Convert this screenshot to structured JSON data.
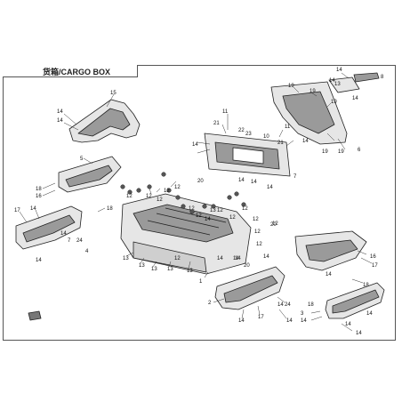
{
  "title": "货箱/CARGO BOX",
  "colors": {
    "frame": "#555555",
    "part_stroke": "#222222",
    "part_fill_light": "#e6e6e6",
    "part_fill_dark": "#9a9a9a"
  },
  "callouts": [
    {
      "id": "c1",
      "label": "14"
    },
    {
      "id": "c2",
      "label": "14"
    },
    {
      "id": "c3",
      "label": "15"
    },
    {
      "id": "c4",
      "label": "8"
    },
    {
      "id": "c5",
      "label": "19"
    },
    {
      "id": "c6",
      "label": "19"
    },
    {
      "id": "c7",
      "label": "19"
    },
    {
      "id": "c8",
      "label": "13"
    },
    {
      "id": "c9",
      "label": "14"
    },
    {
      "id": "c10",
      "label": "14"
    },
    {
      "id": "c11",
      "label": "14"
    },
    {
      "id": "c12",
      "label": "11"
    },
    {
      "id": "c13",
      "label": "21"
    },
    {
      "id": "c14",
      "label": "22"
    },
    {
      "id": "c15",
      "label": "23"
    },
    {
      "id": "c16",
      "label": "10"
    },
    {
      "id": "c17",
      "label": "14"
    },
    {
      "id": "c18",
      "label": "11"
    },
    {
      "id": "c19",
      "label": "21"
    },
    {
      "id": "c20",
      "label": "14"
    },
    {
      "id": "c21",
      "label": "19"
    },
    {
      "id": "c22",
      "label": "19"
    },
    {
      "id": "c23",
      "label": "6"
    },
    {
      "id": "c24",
      "label": "5"
    },
    {
      "id": "c25",
      "label": "18"
    },
    {
      "id": "c26",
      "label": "16"
    },
    {
      "id": "c27",
      "label": "20"
    },
    {
      "id": "c28",
      "label": "12"
    },
    {
      "id": "c29",
      "label": "12"
    },
    {
      "id": "c30",
      "label": "12"
    },
    {
      "id": "c31",
      "label": "12"
    },
    {
      "id": "c32",
      "label": "12"
    },
    {
      "id": "c33",
      "label": "7"
    },
    {
      "id": "c34",
      "label": "17"
    },
    {
      "id": "c35",
      "label": "14"
    },
    {
      "id": "c36",
      "label": "14"
    },
    {
      "id": "c37",
      "label": "24"
    },
    {
      "id": "c38",
      "label": "4"
    },
    {
      "id": "c39",
      "label": "18"
    },
    {
      "id": "c40",
      "label": "12"
    },
    {
      "id": "c41",
      "label": "12"
    },
    {
      "id": "c42",
      "label": "12"
    },
    {
      "id": "c43",
      "label": "12"
    },
    {
      "id": "c44",
      "label": "12"
    },
    {
      "id": "c45",
      "label": "20"
    },
    {
      "id": "c46",
      "label": "12"
    },
    {
      "id": "c47",
      "label": "13"
    },
    {
      "id": "c48",
      "label": "13"
    },
    {
      "id": "c49",
      "label": "13"
    },
    {
      "id": "c50",
      "label": "13"
    },
    {
      "id": "c51",
      "label": "13"
    },
    {
      "id": "c52",
      "label": "14"
    },
    {
      "id": "c53",
      "label": "14"
    },
    {
      "id": "c54",
      "label": "14"
    },
    {
      "id": "c55",
      "label": "14"
    },
    {
      "id": "c56",
      "label": "1"
    },
    {
      "id": "c57",
      "label": "2"
    },
    {
      "id": "c58",
      "label": "14"
    },
    {
      "id": "c59",
      "label": "17"
    },
    {
      "id": "c60",
      "label": "24"
    },
    {
      "id": "c61",
      "label": "14"
    },
    {
      "id": "c62",
      "label": "14"
    },
    {
      "id": "c63",
      "label": "16"
    },
    {
      "id": "c64",
      "label": "14"
    },
    {
      "id": "c65",
      "label": "17"
    },
    {
      "id": "c66",
      "label": "18"
    },
    {
      "id": "c67",
      "label": "3"
    },
    {
      "id": "c68",
      "label": "14"
    },
    {
      "id": "c69",
      "label": "18"
    },
    {
      "id": "c70",
      "label": "14"
    },
    {
      "id": "c71",
      "label": "14"
    },
    {
      "id": "c72",
      "label": "20"
    },
    {
      "id": "c73",
      "label": "12"
    },
    {
      "id": "c74",
      "label": "12"
    },
    {
      "id": "c75",
      "label": "13"
    },
    {
      "id": "c76",
      "label": "12"
    },
    {
      "id": "c77",
      "label": "12"
    },
    {
      "id": "c78",
      "label": "14"
    },
    {
      "id": "c79",
      "label": "7"
    },
    {
      "id": "c80",
      "label": "14"
    },
    {
      "id": "c81",
      "label": "14"
    },
    {
      "id": "c82",
      "label": "14"
    },
    {
      "id": "c83",
      "label": "14"
    },
    {
      "id": "c84",
      "label": "14"
    }
  ]
}
